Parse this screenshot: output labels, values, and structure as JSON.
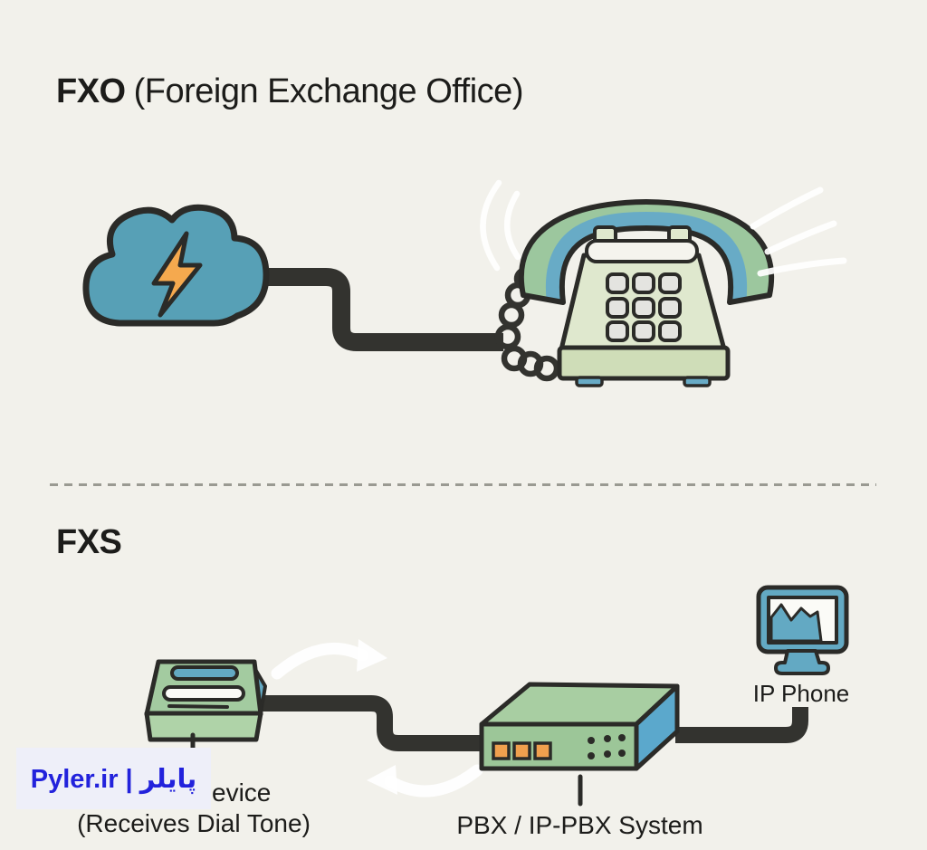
{
  "colors": {
    "background": "#F2F1EB",
    "ink": "#2B2B28",
    "cable": "#33332F",
    "text": "#1C1C1A",
    "divider": "#9A9A92",
    "cloud_teal": "#57A0B6",
    "accent_teal": "#63A9C3",
    "handset_green": "#9CC79E",
    "handset_blue": "#68ABC6",
    "phone_body_green": "#DFE8CE",
    "phone_base_green": "#CFDDB8",
    "key_gray": "#E4E4E0",
    "device_green_top": "#A3CBA0",
    "device_green_front": "#AFD3A8",
    "pbx_green_top": "#A8CEA2",
    "pbx_green_front": "#9CC698",
    "pbx_side_blue": "#5BA8CC",
    "port_orange": "#F0A04E",
    "lightning_orange": "#F5A94E",
    "screen_white": "#FBFBF7",
    "watermark_blue": "#2222DC",
    "watermark_bg": "#EEEFF9"
  },
  "fxo_section": {
    "title": "FXO",
    "title_suffix": "(Foreign Exchange Office)"
  },
  "fxs_section": {
    "title": "FXS",
    "ip_phone_label": "IP Phone",
    "pbx_label": "PBX / IP-PBX System",
    "device_label_visible": "evice",
    "device_label_line2": "(Receives Dial Tone)"
  },
  "watermark": {
    "text": "Pyler.ir | پایلر"
  }
}
